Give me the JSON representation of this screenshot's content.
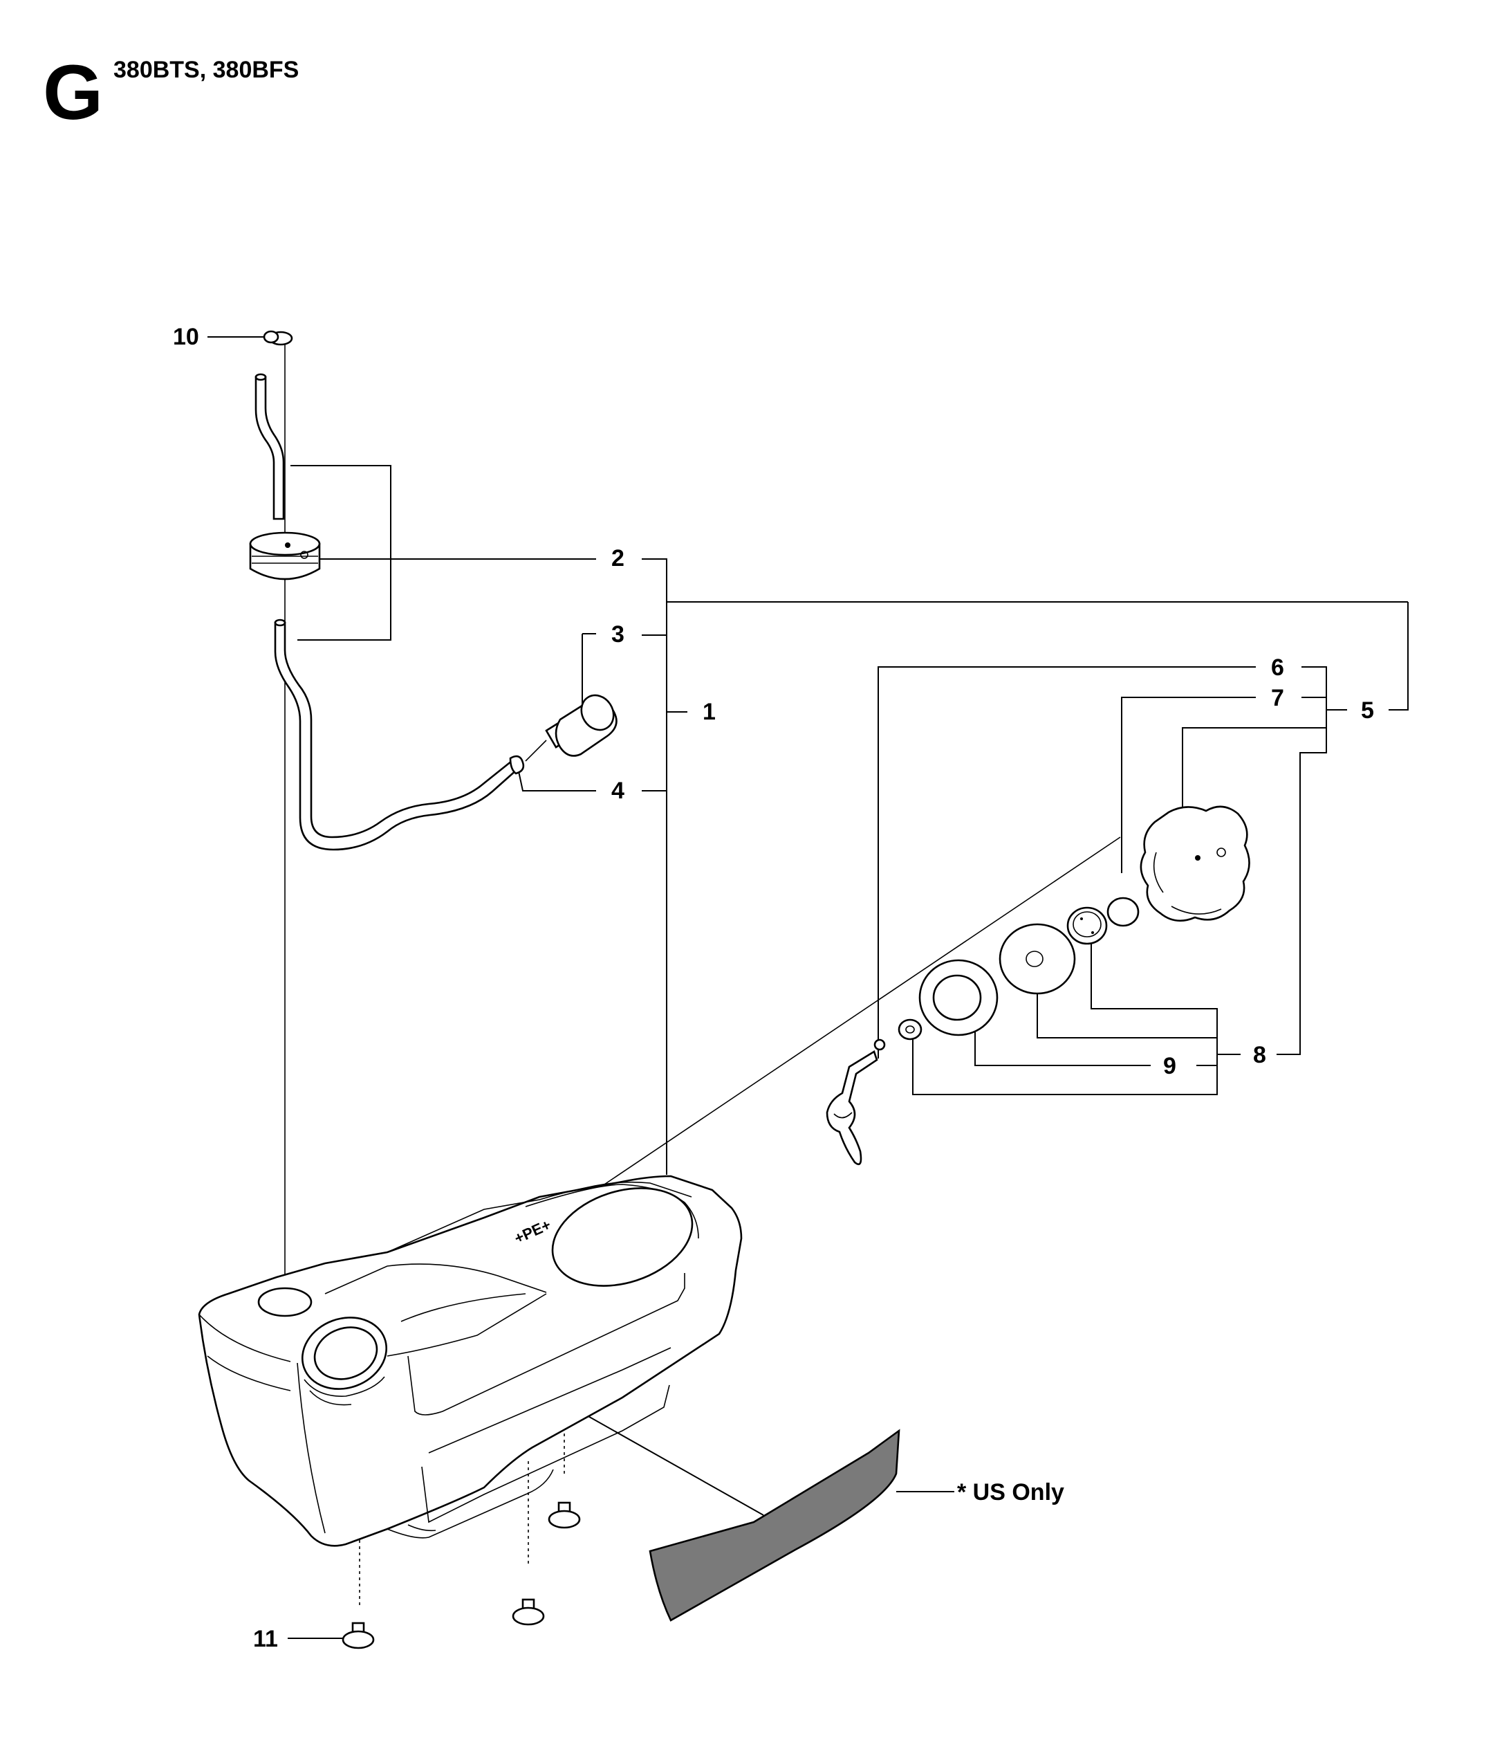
{
  "header": {
    "section_letter": "G",
    "models": "380BTS, 380BFS"
  },
  "callouts": {
    "c1": "1",
    "c2": "2",
    "c3": "3",
    "c4": "4",
    "c5": "5",
    "c6": "6",
    "c7": "7",
    "c8": "8",
    "c9": "9",
    "c10": "10",
    "c11": "11"
  },
  "notes": {
    "us_only": "* US Only"
  }
}
